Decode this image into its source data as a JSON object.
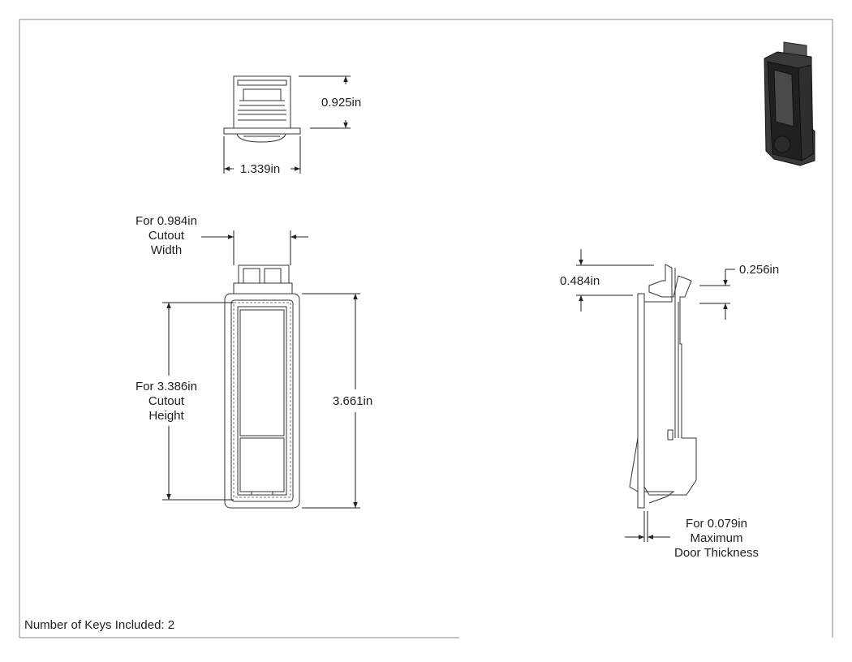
{
  "dimensions": {
    "top_height": "0.925in",
    "top_width": "1.339in",
    "cutout_width": [
      "For 0.984in",
      "Cutout",
      "Width"
    ],
    "cutout_height": [
      "For 3.386in",
      "Cutout",
      "Height"
    ],
    "overall_height": "3.661in",
    "side_offset_a": "0.484in",
    "side_offset_b": "0.256in",
    "door_thickness": [
      "For 0.079in",
      "Maximum",
      "Door Thickness"
    ]
  },
  "footer": {
    "keys_note": "Number of Keys Included: 2"
  },
  "colors": {
    "line": "#333333",
    "dim_line": "#222222",
    "part_dark": "#2b2b2b",
    "part_mid": "#555555"
  }
}
